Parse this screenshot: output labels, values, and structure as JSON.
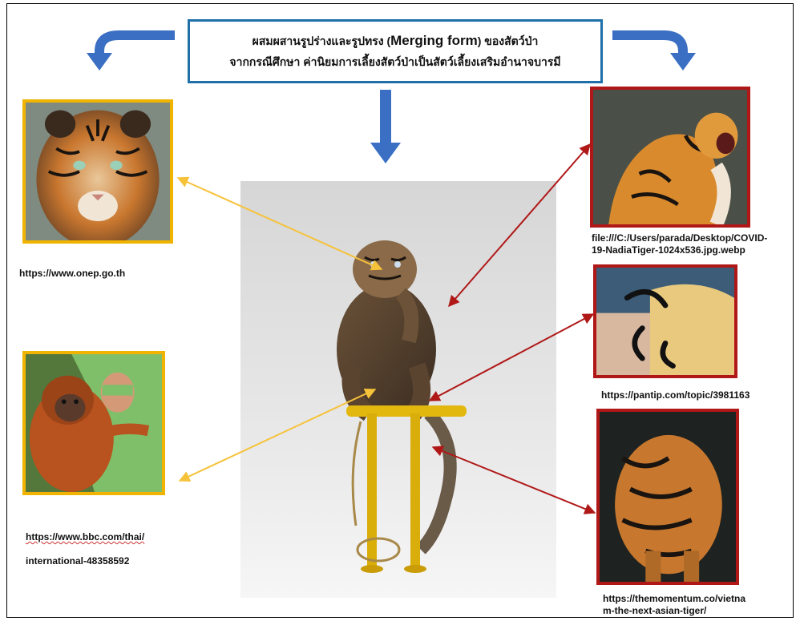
{
  "title": {
    "line1_prefix": "ผสมผสานรูปร่างและรูปทรง (",
    "line1_highlight": "Merging form",
    "line1_suffix": ") ของสัตว์ป่า",
    "line2": "จากกรณีศึกษา ค่านิยมการเลี้ยงสัตว์ป่าเป็นสัตว์เลี้ยงเสริมอำนาจบารมี"
  },
  "sources": {
    "tiger_face": "https://www.onep.go.th",
    "orangutan_line1": "https://www.bbc.com/thai/",
    "orangutan_line2": "international-48358592",
    "roaring_tiger": "file:///C:/Users/parada/Desktop/COVID-\n19-NadiaTiger-1024x536.jpg.webp",
    "claws": "https://pantip.com/topic/3981163",
    "tiger_body": "https://themomentum.co/vietna\nm-the-next-asian-tiger/"
  },
  "colors": {
    "title_border": "#1f6fa8",
    "arrow_blue": "#3a6fc4",
    "yellow_frame": "#f0b400",
    "red_frame": "#b01818",
    "yellow_connector": "#f6c23a",
    "red_connector": "#b01818"
  },
  "images": {
    "tiger_face": "tiger-face-photo",
    "orangutan": "orangutan-hugging-person-photo",
    "roaring_tiger": "roaring-tiger-photo",
    "claws": "tiger-claws-photo",
    "tiger_body": "tiger-hindquarters-photo",
    "center": "merged-creature-on-perch-artwork"
  }
}
